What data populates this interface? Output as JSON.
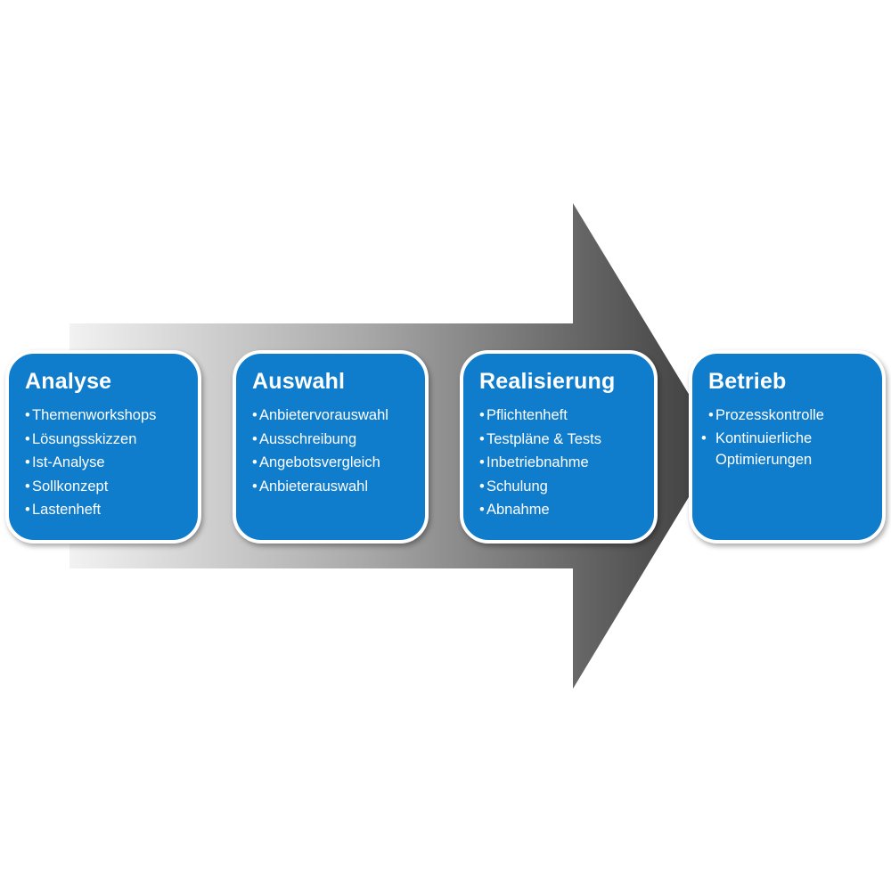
{
  "phases": [
    {
      "title": "Analyse",
      "items": [
        "Themenworkshops",
        "Lösungsskizzen",
        "Ist-Analyse",
        "Sollkonzept",
        "Lastenheft"
      ]
    },
    {
      "title": "Auswahl",
      "items": [
        "Anbietervorauswahl",
        "Ausschreibung",
        "Angebotsvergleich",
        "Anbieterauswahl"
      ]
    },
    {
      "title": "Realisierung",
      "items": [
        "Pflichtenheft",
        "Testpläne & Tests",
        "Inbetriebnahme",
        "Schulung",
        "Abnahme"
      ]
    },
    {
      "title": "Betrieb",
      "items": [
        "Prozesskontrolle",
        "Kontinuierliche Optimierungen"
      ]
    }
  ],
  "bullet": "•",
  "colors": {
    "box_fill": "#0f7ccc",
    "box_border": "#ffffff",
    "text": "#ffffff",
    "arrow_light": "#f0f0f0",
    "arrow_dark": "#3a3a3a"
  }
}
